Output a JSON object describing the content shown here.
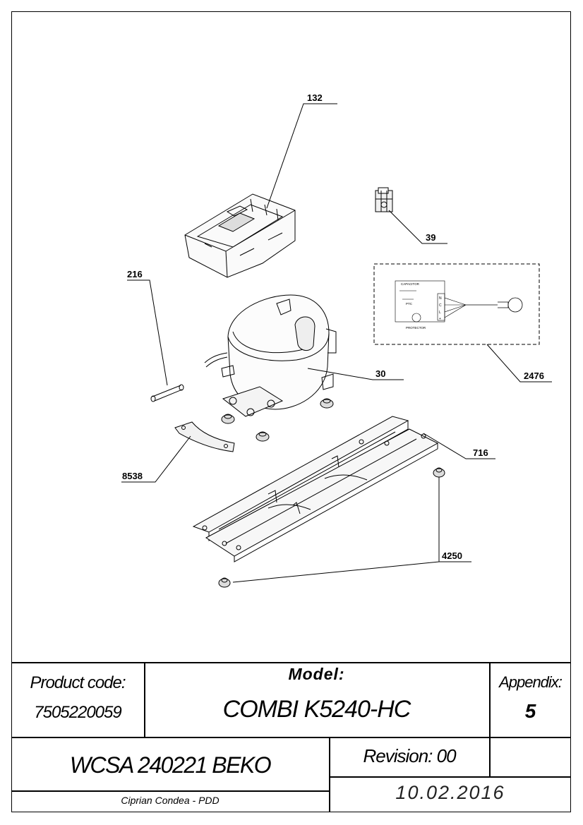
{
  "callouts": {
    "c132": "132",
    "c39": "39",
    "c216": "216",
    "c30": "30",
    "c2476": "2476",
    "c716": "716",
    "c8538": "8538",
    "c4250": "4250"
  },
  "wiring_detail": {
    "capacitor": "CAPACITOR",
    "ptc": "PTC",
    "protector": "PROTECTOR",
    "terminals": [
      "N",
      "C",
      "L",
      "+"
    ]
  },
  "title_block": {
    "product_code_label": "Product code:",
    "product_code": "7505220059",
    "model_label": "Model:",
    "model": "COMBI K5240-HC",
    "appendix_label": "Appendix:",
    "appendix": "5",
    "drawing_name": "WCSA 240221 BEKO",
    "revision": "Revision: 00",
    "author": "Ciprian Condea - PDD",
    "date": "10.02.2016"
  }
}
